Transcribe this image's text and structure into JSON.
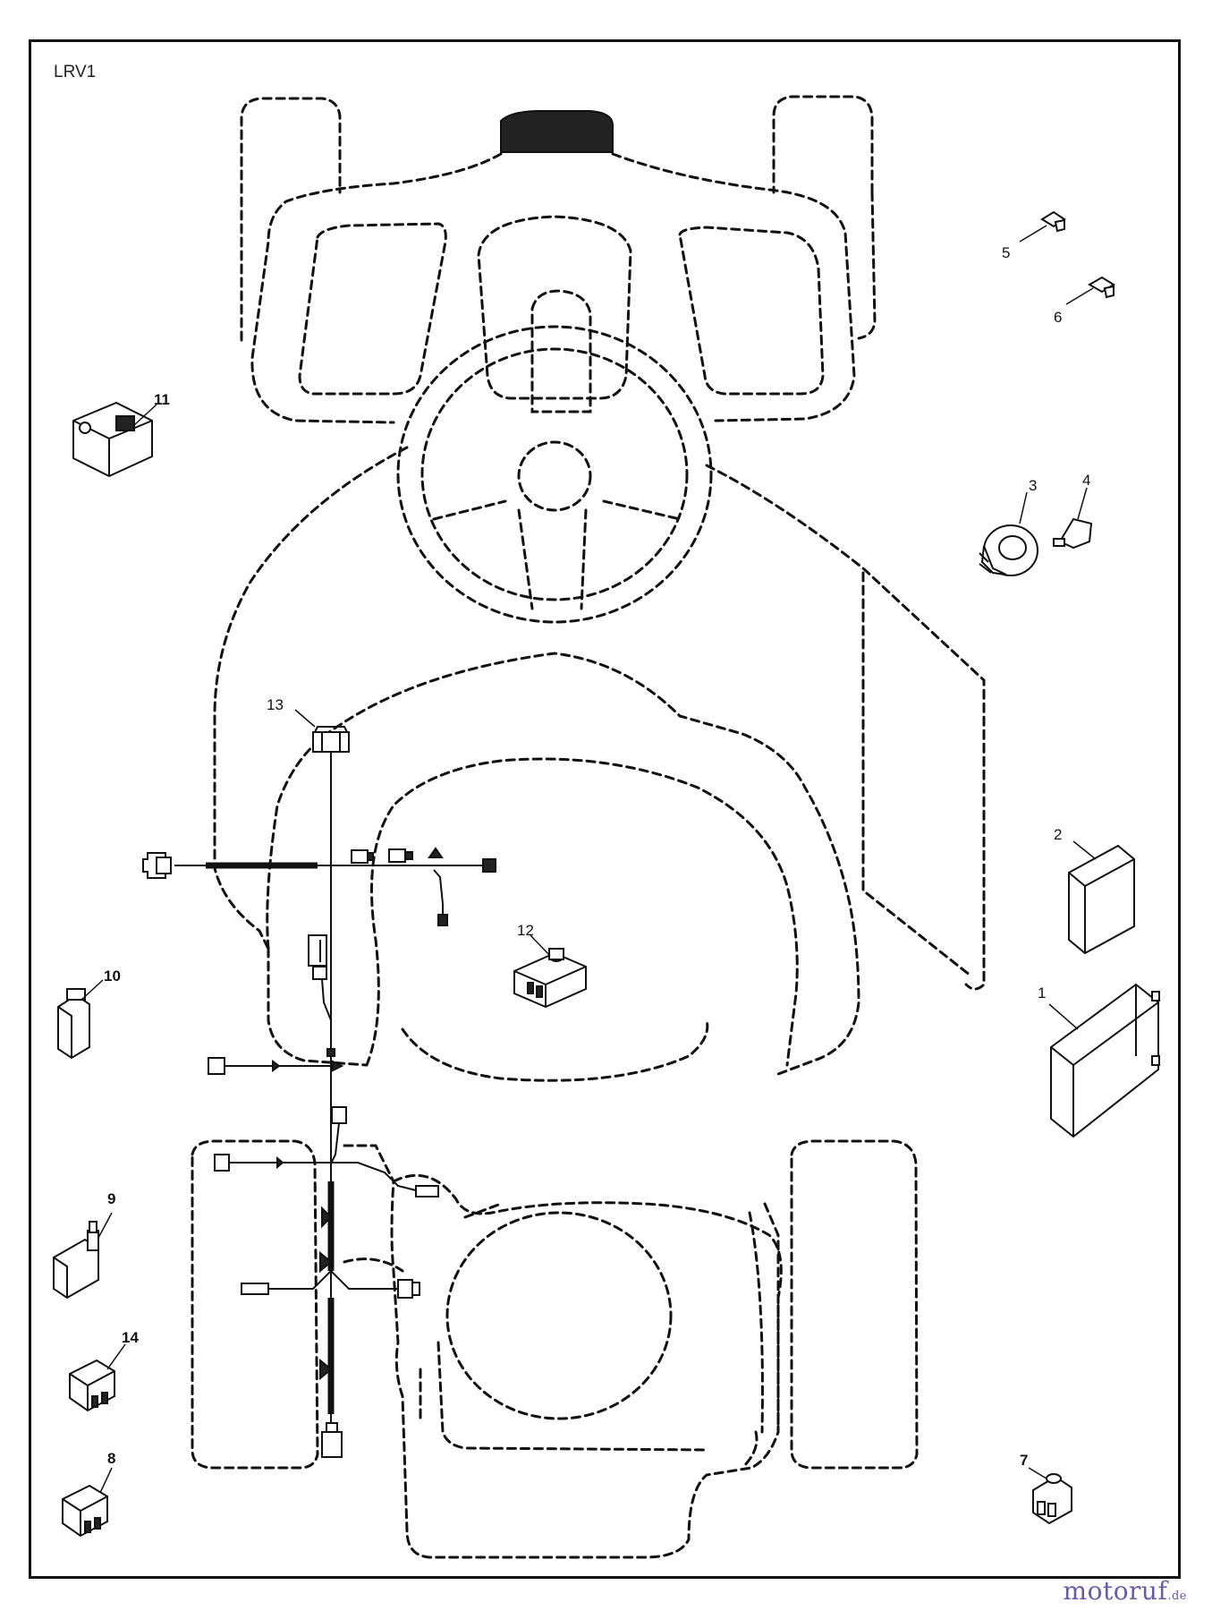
{
  "diagram": {
    "code": "LRV1",
    "watermark": {
      "brand": "motoruf",
      "suffix": ".de"
    },
    "callouts": [
      "1",
      "2",
      "3",
      "4",
      "5",
      "6",
      "7",
      "8",
      "9",
      "10",
      "11",
      "12",
      "13",
      "14"
    ],
    "colors": {
      "line": "#111111",
      "brand": "#6b5aa8"
    }
  }
}
